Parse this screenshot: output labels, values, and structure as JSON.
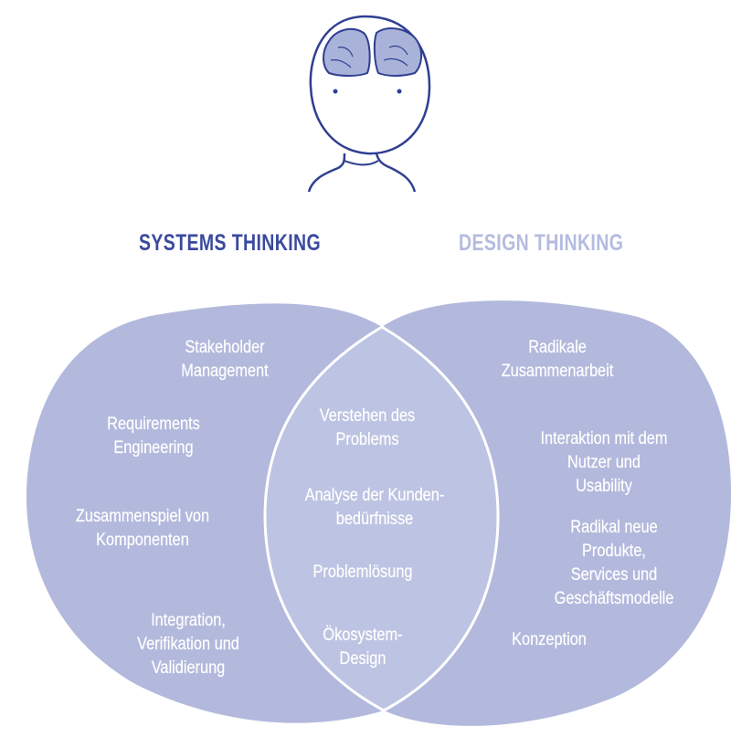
{
  "headings": {
    "systems": "SYSTEMS THINKING",
    "design": "DESIGN THINKING"
  },
  "systems_items": [
    "Stakeholder\nManagement",
    "Requirements\nEngineering",
    "Zusammenspiel von\nKomponenten",
    "Integration,\nVerifikation und\nValidierung"
  ],
  "overlap_items": [
    "Verstehen des\nProblems",
    "Analyse der Kunden-\nbedürfnisse",
    "Problemlösung",
    "Ökosystem-\nDesign"
  ],
  "design_items": [
    "Radikale\nZusammenarbeit",
    "Interaktion mit dem\nNutzer und Usability",
    "Radikal neue\nProdukte, Services und\nGeschäftsmodelle",
    "Konzeption"
  ],
  "colors": {
    "systems_heading": "#3a4a9e",
    "design_heading": "#b4bbdf",
    "circle_fill": "#b3b9dc",
    "overlap_fill": "#bdc3e2",
    "line": "#2f3f91",
    "brain_fill": "#a9b3da"
  },
  "icons": [
    "head-with-brain-icon"
  ]
}
